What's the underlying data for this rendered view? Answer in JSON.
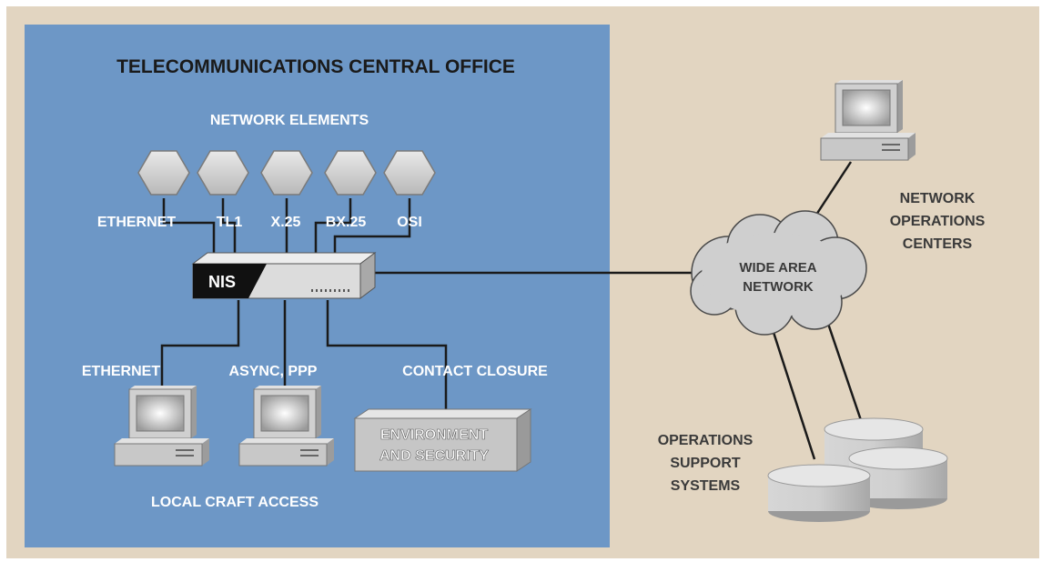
{
  "diagram": {
    "colors": {
      "outer_background": "#e2d5c1",
      "central_office_panel": "#6d97c6",
      "line": "#1a1a1a",
      "label_light": "#ffffff",
      "label_dark": "#3a3a3a",
      "device_gray": "#c8c8c8"
    },
    "central_office": {
      "title": "TELECOMMUNICATIONS CENTRAL OFFICE",
      "network_elements_heading": "NETWORK ELEMENTS",
      "protocols": [
        "ETHERNET",
        "TL1",
        "X.25",
        "BX.25",
        "OSI"
      ],
      "nis_label": "NIS",
      "local_links": [
        "ETHERNET",
        "ASYNC, PPP",
        "CONTACT CLOSURE"
      ],
      "env_security_lines": [
        "ENVIRONMENT",
        "AND SECURITY"
      ],
      "local_craft_access": "LOCAL CRAFT ACCESS"
    },
    "external": {
      "wan_lines": [
        "WIDE AREA",
        "NETWORK"
      ],
      "noc_lines": [
        "NETWORK",
        "OPERATIONS",
        "CENTERS"
      ],
      "oss_lines": [
        "OPERATIONS",
        "SUPPORT",
        "SYSTEMS"
      ]
    },
    "icons": {
      "network_element": "hexagon-network-element-icon",
      "nis_device": "network-interface-server-icon",
      "terminal": "computer-terminal-icon",
      "cloud": "cloud-icon",
      "database": "database-disk-icon",
      "security_box": "environment-security-box-icon"
    }
  }
}
